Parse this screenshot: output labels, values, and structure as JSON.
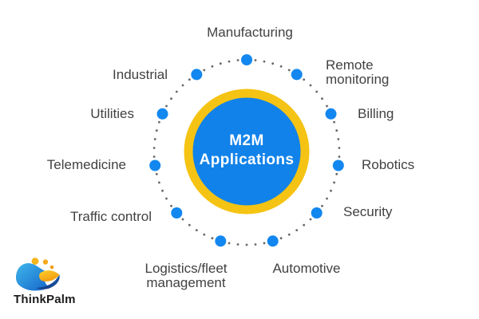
{
  "diagram": {
    "center": {
      "line1": "M2M",
      "line2": "Applications"
    },
    "items": [
      {
        "label": "Manufacturing"
      },
      {
        "label": "Remote monitoring"
      },
      {
        "label": "Billing"
      },
      {
        "label": "Robotics"
      },
      {
        "label": "Security"
      },
      {
        "label": "Automotive"
      },
      {
        "label": "Logistics/fleet management"
      },
      {
        "label": "Traffic control"
      },
      {
        "label": "Telemedicine"
      },
      {
        "label": "Utilities"
      },
      {
        "label": "Industrial"
      }
    ]
  },
  "branding": {
    "name": "ThinkPalm"
  },
  "colors": {
    "accent_blue": "#1287EF",
    "circle_fill": "#1182E9",
    "ring_yellow": "#F5C313",
    "label_text": "#414141",
    "orbit_dot_gray": "#666666",
    "center_text": "#FFFFFF",
    "logo_light_blue": "#35AEE8",
    "logo_deep_blue": "#1A5CB0",
    "logo_navy": "#163F86",
    "logo_yellow": "#FFC61C",
    "logo_orange": "#F2990D",
    "brand_text": "#1C1C1C"
  }
}
